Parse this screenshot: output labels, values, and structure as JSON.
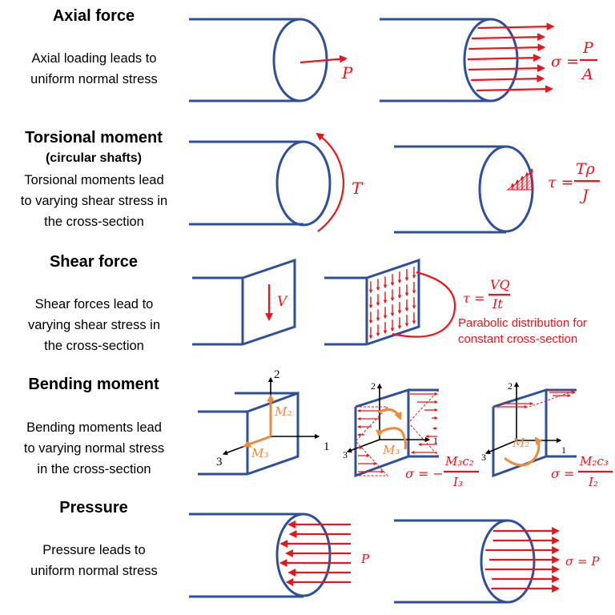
{
  "sections": [
    {
      "title": "Axial force",
      "subtitle": "",
      "desc": [
        "Axial loading leads to",
        "uniform normal stress"
      ]
    },
    {
      "title": "Torsional moment",
      "subtitle": "(circular shafts)",
      "desc": [
        "Torsional moments lead",
        "to varying shear stress in",
        "the cross-section"
      ]
    },
    {
      "title": "Shear force",
      "subtitle": "",
      "desc": [
        "Shear forces lead to",
        "varying shear stress in",
        "the cross-section"
      ]
    },
    {
      "title": "Bending moment",
      "subtitle": "",
      "desc": [
        "Bending moments lead",
        "to varying normal stress",
        "in the cross-section"
      ]
    },
    {
      "title": "Pressure",
      "subtitle": "",
      "desc": [
        "Pressure leads to",
        "uniform normal stress"
      ]
    }
  ],
  "labels": {
    "P": "P",
    "T": "T",
    "V": "V",
    "sigma_eq": "σ =",
    "tau_eq": "τ =",
    "axial_num": "P",
    "axial_den": "A",
    "torsion_num": "Tρ",
    "torsion_den": "J",
    "shear_num": "VQ",
    "shear_den": "It",
    "shear_note_1": "Parabolic distribution for",
    "shear_note_2": "constant cross-section",
    "axis_1": "1",
    "axis_2": "2",
    "axis_3": "3",
    "M2": "M₂",
    "M3": "M₃",
    "bend3_eq": "σ = −",
    "bend3_num": "M₃c₂",
    "bend3_den": "I₃",
    "bend2_eq": "σ =",
    "bend2_num": "M₂c₃",
    "bend2_den": "I₂",
    "pressure_P": "P",
    "pressure_eq": "σ = P"
  },
  "colors": {
    "outline": "#2F4F9B",
    "stress": "#E8161C",
    "moment": "#F08A3A"
  }
}
